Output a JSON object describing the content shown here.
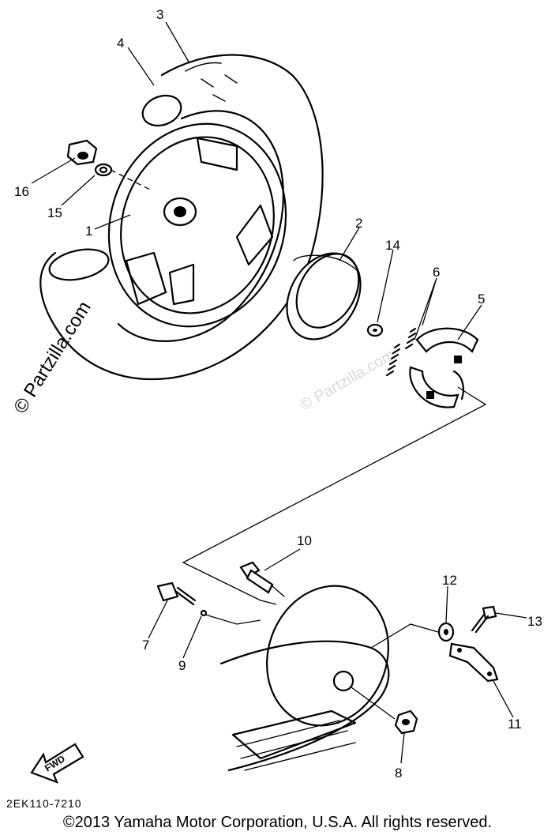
{
  "callouts": [
    {
      "id": "1",
      "label": "1"
    },
    {
      "id": "2",
      "label": "2"
    },
    {
      "id": "3",
      "label": "3"
    },
    {
      "id": "4",
      "label": "4"
    },
    {
      "id": "5",
      "label": "5"
    },
    {
      "id": "6",
      "label": "6"
    },
    {
      "id": "7",
      "label": "7"
    },
    {
      "id": "8",
      "label": "8"
    },
    {
      "id": "9",
      "label": "9"
    },
    {
      "id": "10",
      "label": "10"
    },
    {
      "id": "11",
      "label": "11"
    },
    {
      "id": "12",
      "label": "12"
    },
    {
      "id": "13",
      "label": "13"
    },
    {
      "id": "14",
      "label": "14"
    },
    {
      "id": "15",
      "label": "15"
    },
    {
      "id": "16",
      "label": "16"
    }
  ],
  "fwd_label": "FWD",
  "part_number": "2EK110-7210",
  "watermark": "© Partzilla.com",
  "copyright": "©2013 Yamaha Motor Corporation, U.S.A. All rights reserved."
}
